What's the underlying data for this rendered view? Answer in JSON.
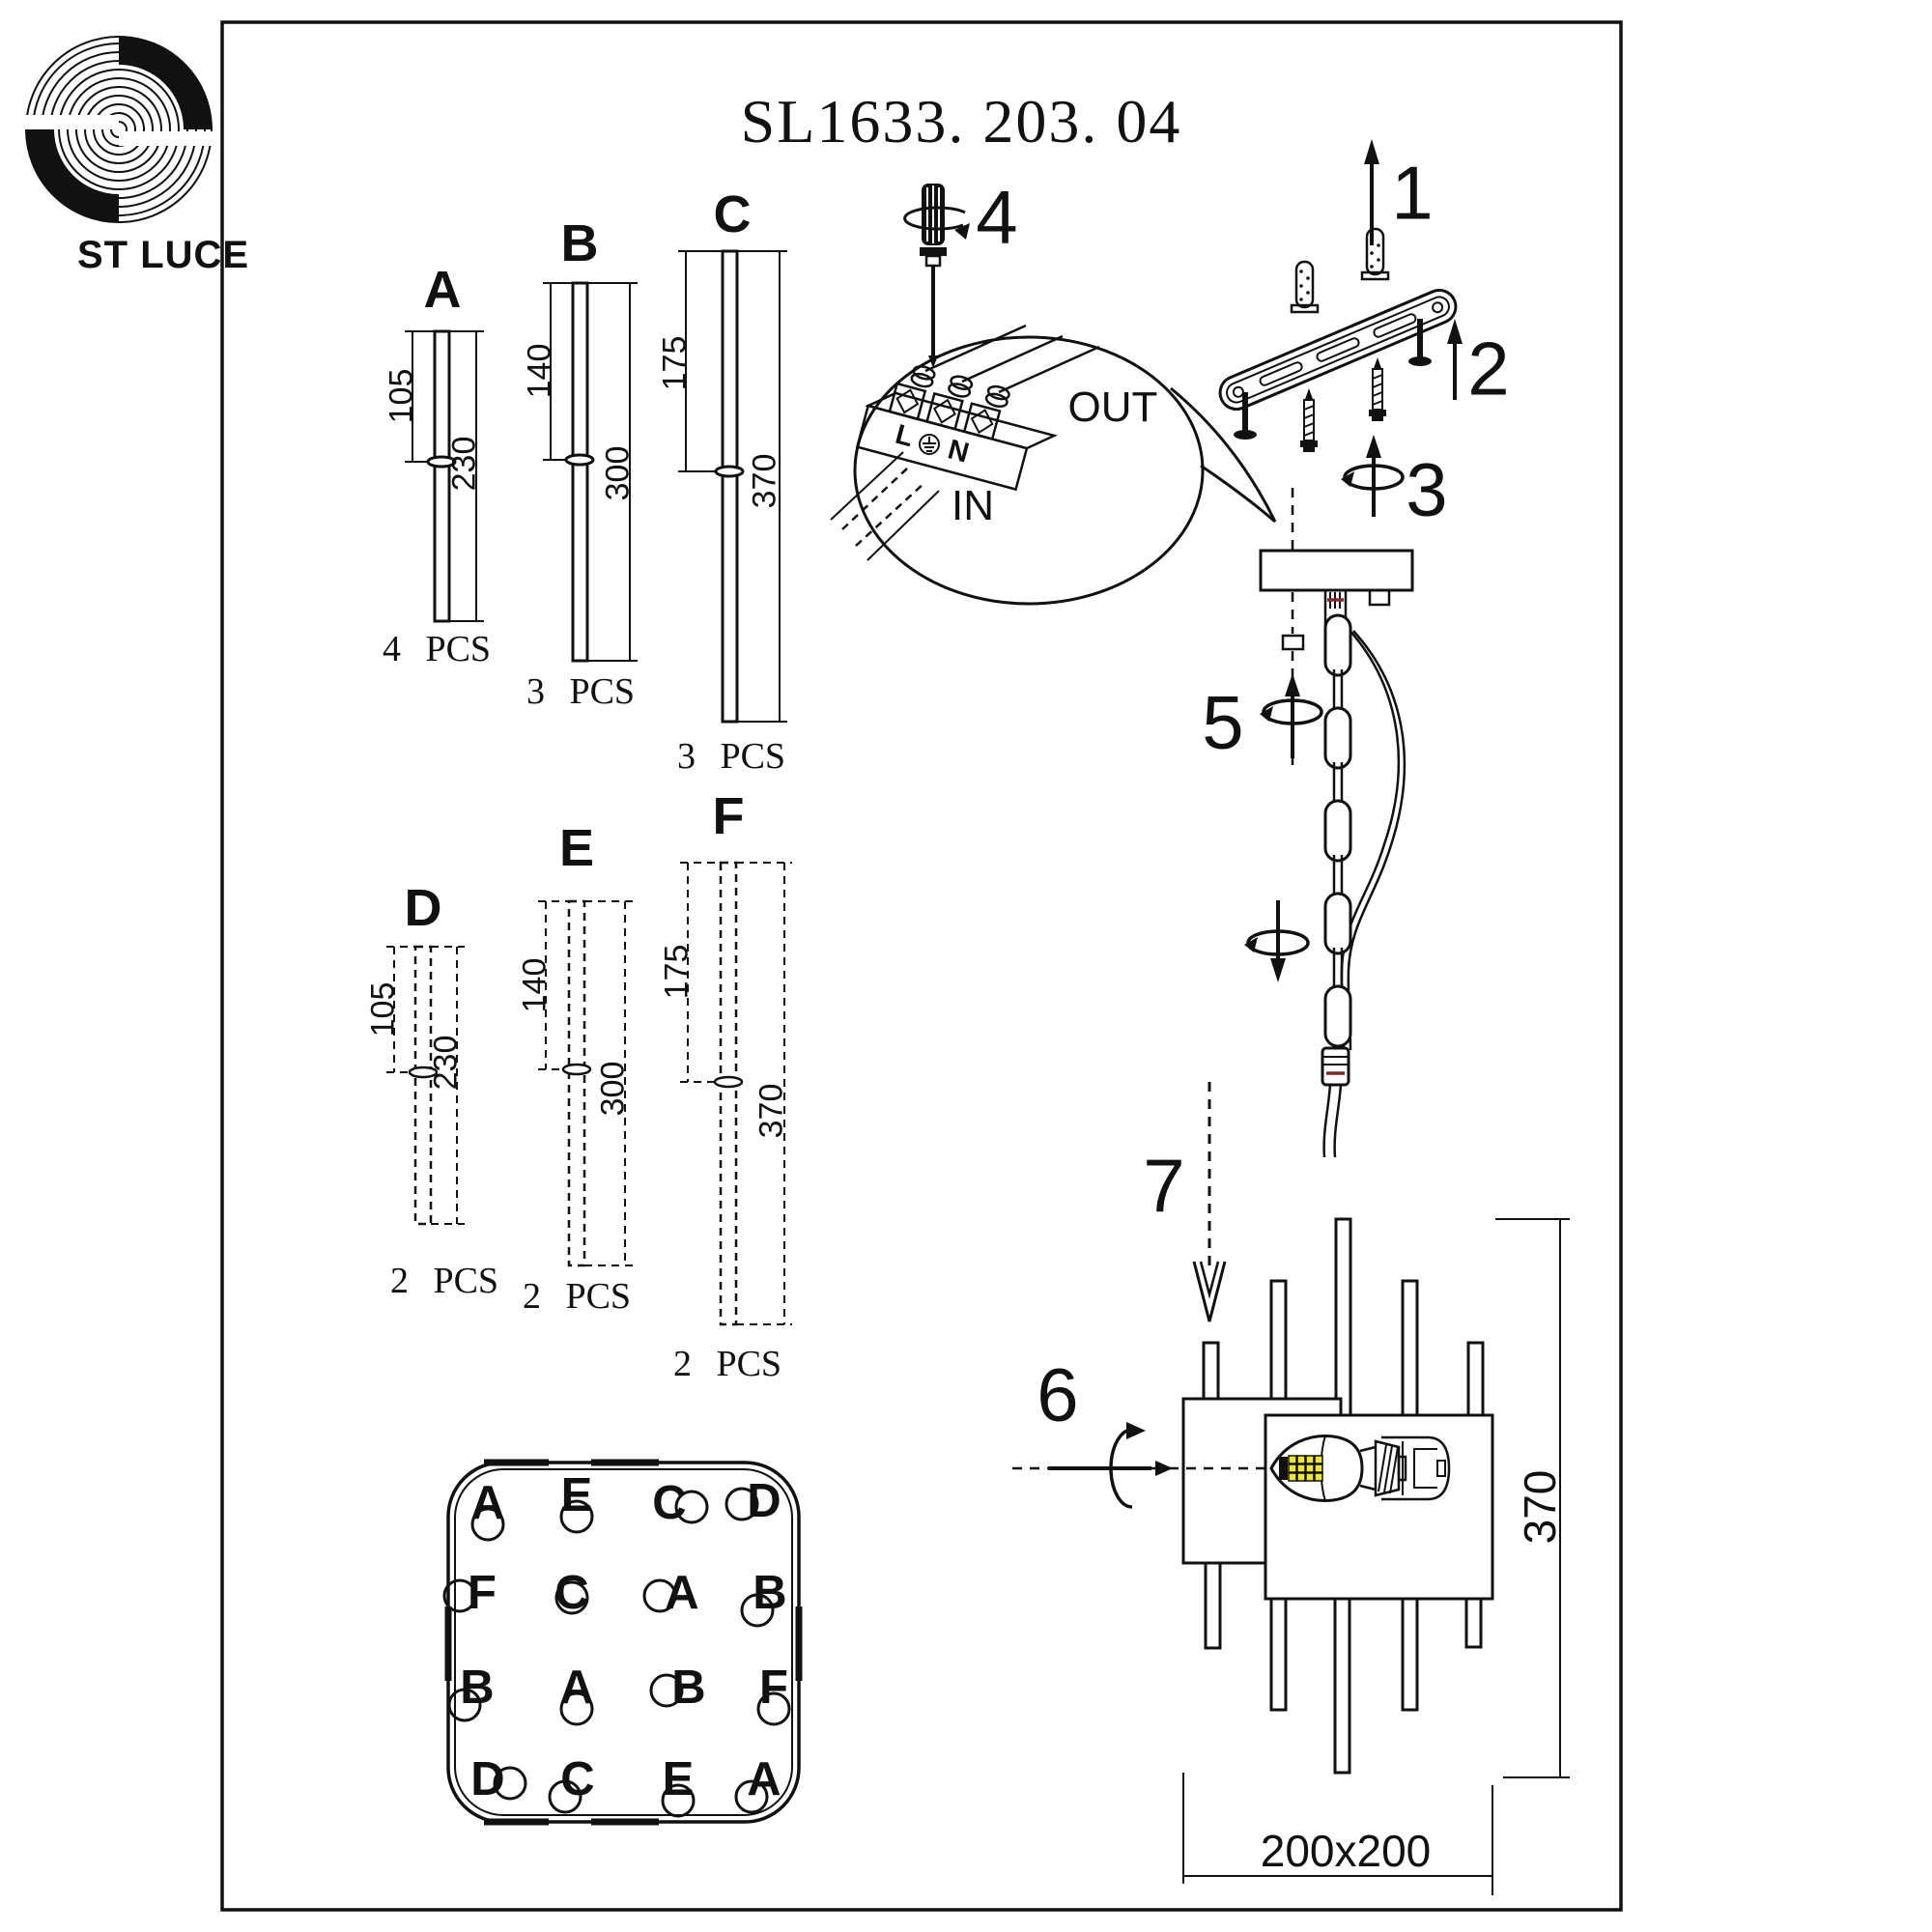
{
  "brand": {
    "logo_text": "ST LUCE"
  },
  "title": "SL1633. 203. 04",
  "parts": [
    {
      "id": "A",
      "upper_dim": "105",
      "total_dim": "230",
      "qty": "4 PCS"
    },
    {
      "id": "B",
      "upper_dim": "140",
      "total_dim": "300",
      "qty": "3 PCS"
    },
    {
      "id": "C",
      "upper_dim": "175",
      "total_dim": "370",
      "qty": "3 PCS"
    },
    {
      "id": "D",
      "upper_dim": "105",
      "total_dim": "230",
      "qty": "2 PCS"
    },
    {
      "id": "E",
      "upper_dim": "140",
      "total_dim": "300",
      "qty": "2 PCS"
    },
    {
      "id": "F",
      "upper_dim": "175",
      "total_dim": "370",
      "qty": "2 PCS"
    }
  ],
  "steps": [
    "1",
    "2",
    "3",
    "4",
    "5",
    "6",
    "7"
  ],
  "wiring": {
    "line": "L",
    "neutral": "N",
    "input": "IN",
    "output": "OUT"
  },
  "dimensions": {
    "height": "370",
    "base": "200x200"
  },
  "tube_layout": {
    "rows": [
      [
        "A",
        "E",
        "C",
        "D"
      ],
      [
        "F",
        "C",
        "A",
        "B"
      ],
      [
        "B",
        "A",
        "B",
        "F"
      ],
      [
        "D",
        "C",
        "E",
        "A"
      ]
    ]
  }
}
